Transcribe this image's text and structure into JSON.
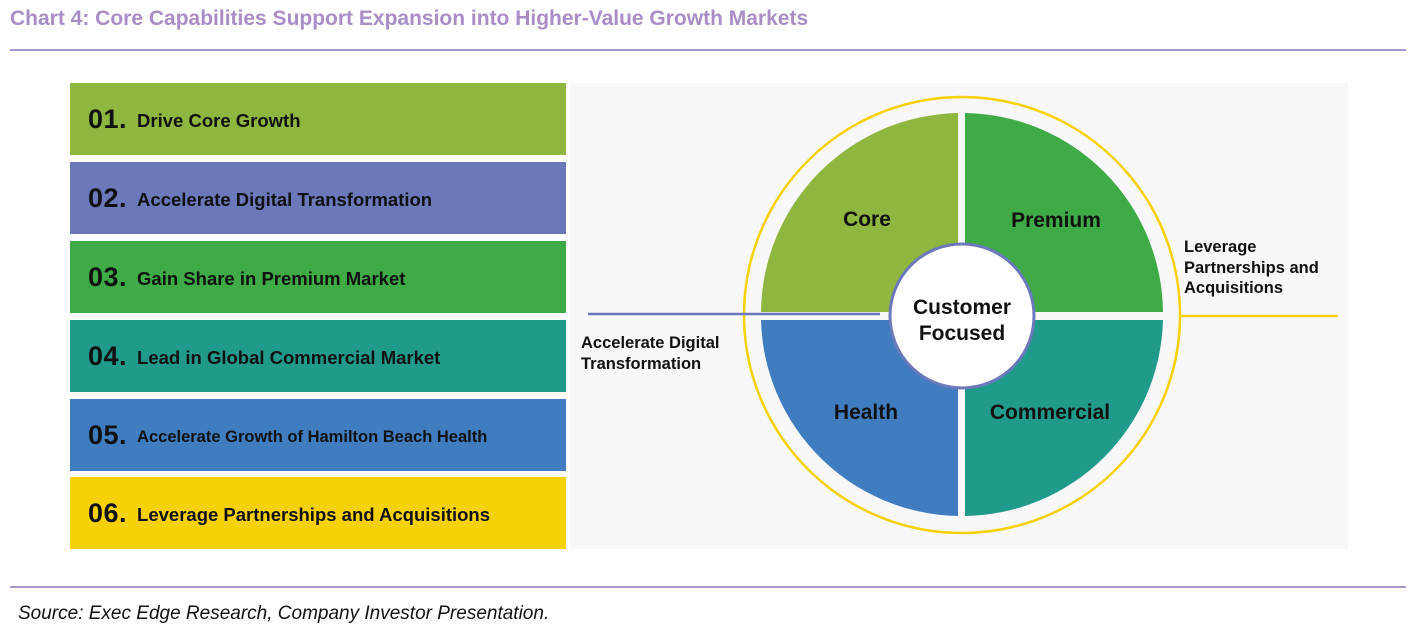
{
  "title": "Chart 4: Core Capabilities Support Expansion into Higher-Value Growth Markets",
  "items": [
    {
      "number": "01.",
      "label": "Drive Core Growth",
      "color": "#8fb63e"
    },
    {
      "number": "02.",
      "label": "Accelerate Digital Transformation",
      "color": "#6b78ba"
    },
    {
      "number": "03.",
      "label": "Gain Share in Premium Market",
      "color": "#3eab46"
    },
    {
      "number": "04.",
      "label": "Lead in Global Commercial Market",
      "color": "#209a8b"
    },
    {
      "number": "05.",
      "label": "Accelerate Growth of Hamilton Beach Health",
      "color": "#3f7dc0"
    },
    {
      "number": "06.",
      "label": "Leverage Partnerships and Acquisitions",
      "color": "#f6d106"
    }
  ],
  "diagram": {
    "center_line1": "Customer",
    "center_line2": "Focused",
    "segments": {
      "core": {
        "label": "Core",
        "color": "#8fb63e"
      },
      "premium": {
        "label": "Premium",
        "color": "#3eab46"
      },
      "health": {
        "label": "Health",
        "color": "#3f7dc0"
      },
      "commercial": {
        "label": "Commercial",
        "color": "#209a8b"
      }
    },
    "left_line1": "Accelerate Digital",
    "left_line2": "Transformation",
    "right_line1": "Leverage",
    "right_line2": "Partnerships and",
    "right_line3": "Acquisitions",
    "digital_line_color": "#6b78ba",
    "partnership_ring_color": "#f6d106"
  },
  "source": "Source: Exec Edge Research, Company Investor Presentation."
}
